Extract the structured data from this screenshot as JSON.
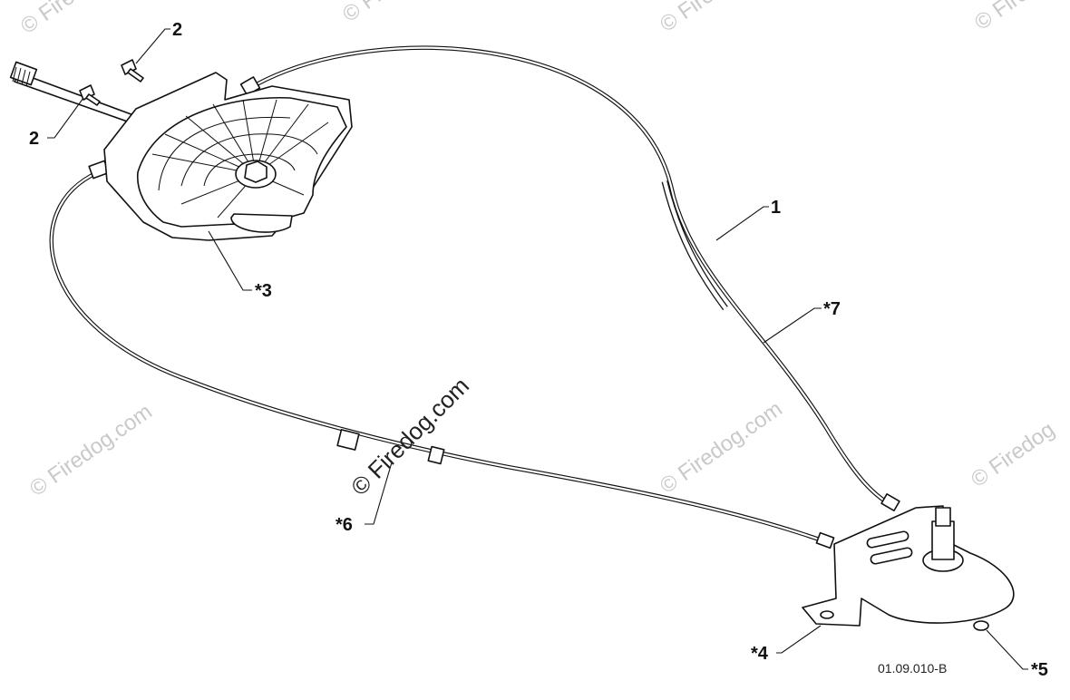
{
  "diagram": {
    "callouts": [
      {
        "id": "c-2a",
        "label": "2"
      },
      {
        "id": "c-2b",
        "label": "2"
      },
      {
        "id": "c-1",
        "label": "1"
      },
      {
        "id": "c-3",
        "label": "*3"
      },
      {
        "id": "c-7",
        "label": "*7"
      },
      {
        "id": "c-6",
        "label": "*6"
      },
      {
        "id": "c-4",
        "label": "*4"
      },
      {
        "id": "c-5",
        "label": "*5"
      }
    ],
    "figure_id": "01.09.010-B",
    "watermark": {
      "text": "© Firedog.com",
      "edge_text": "© Firedog",
      "color": "#c9c9c9"
    }
  }
}
